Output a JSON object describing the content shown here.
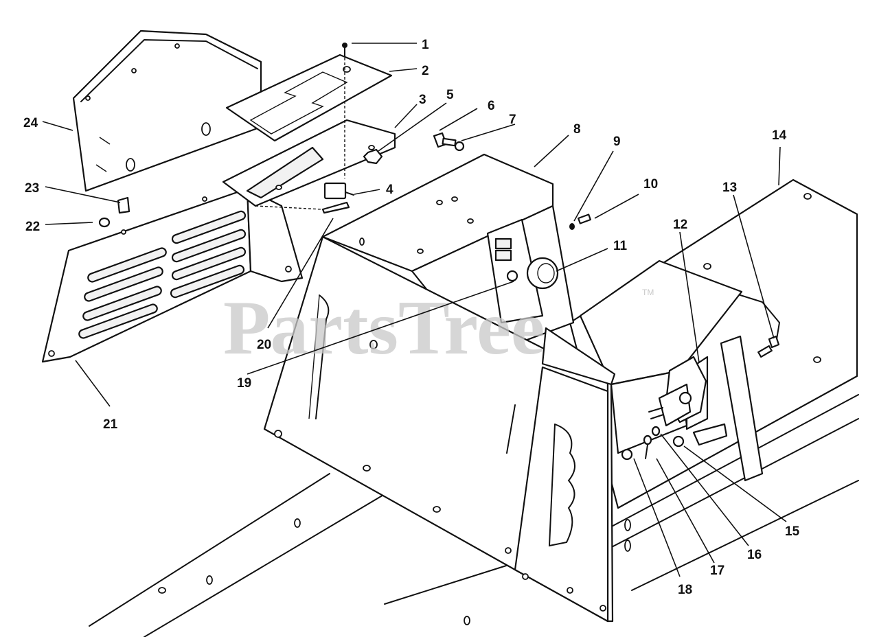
{
  "watermark": {
    "text": "PartsTree",
    "trademark": "TM"
  },
  "callouts": [
    "1",
    "2",
    "3",
    "4",
    "5",
    "6",
    "7",
    "8",
    "9",
    "10",
    "11",
    "12",
    "13",
    "14",
    "15",
    "16",
    "17",
    "18",
    "19",
    "20",
    "21",
    "22",
    "23",
    "24"
  ]
}
